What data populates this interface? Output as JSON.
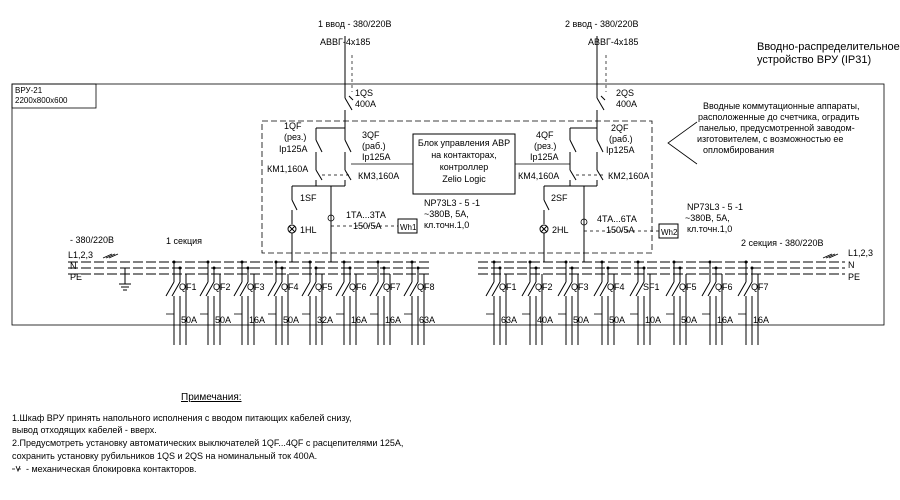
{
  "inputs": {
    "in1_title": "1 ввод - 380/220В",
    "in1_cable": "АВВГ-4х185",
    "in2_title": "2 ввод - 380/220В",
    "in2_cable": "АВВГ-4х185"
  },
  "device_title": [
    "Вводно-распределительное",
    "устройство ВРУ (IP31)"
  ],
  "cabinet": {
    "name": "ВРУ-21",
    "size": "2200х800х600"
  },
  "note_box": [
    "Вводные коммутационные аппараты,",
    "расположенные до счетчика, оградить",
    "панелью, предусмотренной заводом-",
    "изготовителем, с возможностью ее",
    "опломбирования"
  ],
  "avr_box": [
    "Блок управления АВР",
    "на контакторах,",
    "контроллер",
    "Zelio Logic"
  ],
  "left_input": {
    "switch": "1QS",
    "switch_rating": "400А",
    "qf_res": "1QF",
    "qf_res_mode": "(рез.)",
    "qf_res_ip": "Ip125А",
    "qf_work": "3QF",
    "qf_work_mode": "(раб.)",
    "qf_work_ip": "Ip125А",
    "km_res": "КМ1,160А",
    "km_work": "КМ3,160А",
    "sf": "1SF",
    "hl": "1HL",
    "ta": "1ТА...3ТА",
    "ta_ratio": "150/5А",
    "meter": "Wh1",
    "meter_name": "NP73L3 - 5 -1",
    "meter_spec": "~380В, 5А,",
    "meter_class": "кл.точн.1,0"
  },
  "right_input": {
    "switch": "2QS",
    "switch_rating": "400А",
    "qf_res": "4QF",
    "qf_res_mode": "(рез.)",
    "qf_res_ip": "Ip125А",
    "qf_work": "2QF",
    "qf_work_mode": "(раб.)",
    "qf_work_ip": "Ip125А",
    "km_res": "КМ4,160А",
    "km_work": "КМ2,160А",
    "sf": "2SF",
    "hl": "2HL",
    "ta": "4ТА...6ТА",
    "ta_ratio": "150/5А",
    "meter": "Wh2",
    "meter_name": "NP73L3 - 5 -1",
    "meter_spec": "~380В, 5А,",
    "meter_class": "кл.точн.1,0"
  },
  "bus_left": {
    "label": "- 380/220В",
    "section": "1 секция",
    "phases": "L1,2,3",
    "n": "N",
    "pe": "PE"
  },
  "bus_right": {
    "section": "2 секция - 380/220В",
    "phases": "L1,2,3",
    "n": "N",
    "pe": "PE"
  },
  "feeders_left": [
    {
      "name": "QF1",
      "rating": "50А"
    },
    {
      "name": "QF2",
      "rating": "50А"
    },
    {
      "name": "QF3",
      "rating": "16А"
    },
    {
      "name": "QF4",
      "rating": "50А"
    },
    {
      "name": "QF5",
      "rating": "32А"
    },
    {
      "name": "QF6",
      "rating": "16А"
    },
    {
      "name": "QF7",
      "rating": "16А"
    },
    {
      "name": "QF8",
      "rating": "63А"
    }
  ],
  "feeders_right": [
    {
      "name": "QF1",
      "rating": "63А"
    },
    {
      "name": "QF2",
      "rating": "40А"
    },
    {
      "name": "QF3",
      "rating": "50А"
    },
    {
      "name": "QF4",
      "rating": "50А"
    },
    {
      "name": "SF1",
      "rating": "10А"
    },
    {
      "name": "QF5",
      "rating": "50А"
    },
    {
      "name": "QF6",
      "rating": "16А"
    },
    {
      "name": "QF7",
      "rating": "16А"
    }
  ],
  "notes": {
    "title": "Примечания:",
    "lines": [
      "1.Шкаф ВРУ принять напольного исполнения с вводом питающих кабелей снизу,",
      "вывод отходящих кабелей - вверх.",
      "2.Предусмотреть установку автоматических выключателей 1QF...4QF с расцепителями 125А,",
      "сохранить установку рубильников 1QS и 2QS на номинальный ток 400А.",
      "- механическая блокировка контакторов."
    ]
  }
}
